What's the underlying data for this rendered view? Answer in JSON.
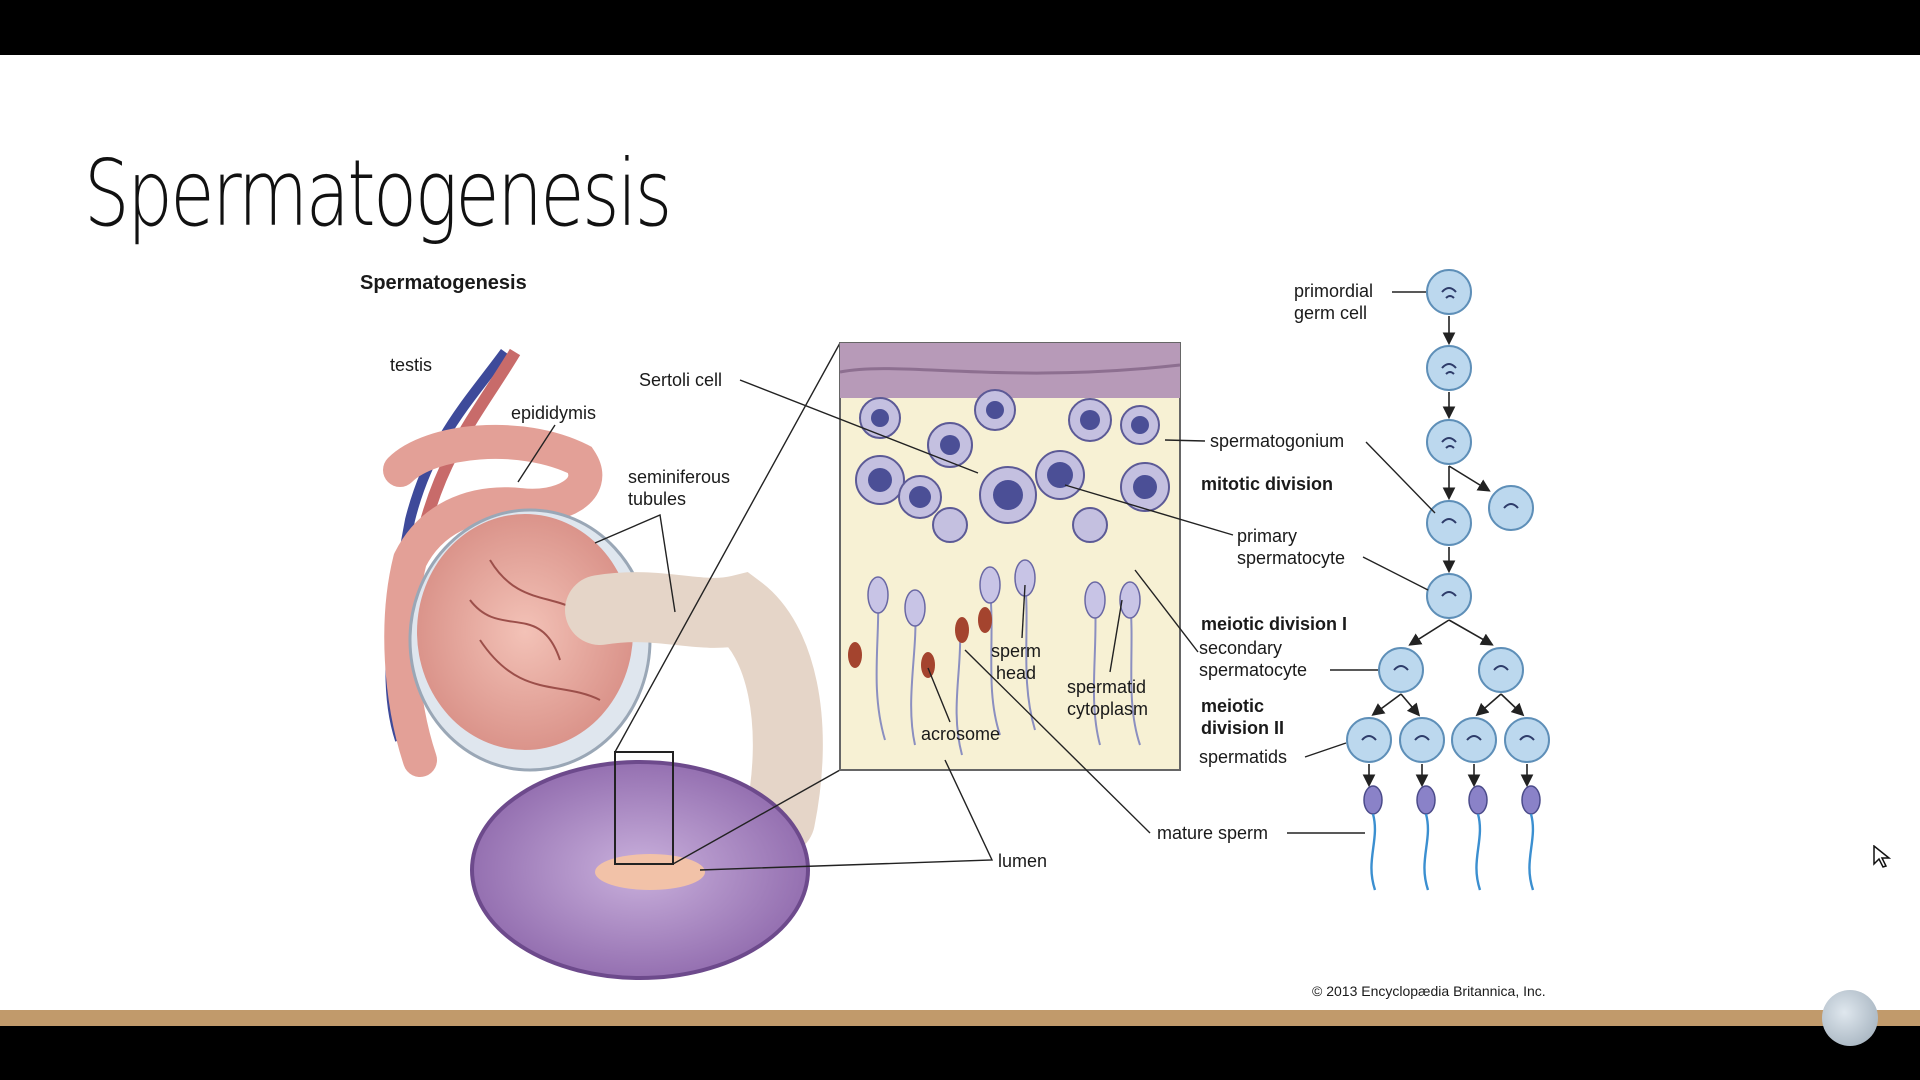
{
  "slide": {
    "title": "Spermatogenesis"
  },
  "figure": {
    "heading": "Spermatogenesis",
    "copyright": "© 2013 Encyclopædia Britannica, Inc.",
    "labels": {
      "testis": "testis",
      "epididymis": "epididymis",
      "seminiferous_1": "seminiferous",
      "seminiferous_2": "tubules",
      "sertoli": "Sertoli cell",
      "sperm_head_1": "sperm",
      "sperm_head_2": "head",
      "spermatid_cyto_1": "spermatid",
      "spermatid_cyto_2": "cytoplasm",
      "acrosome": "acrosome",
      "lumen": "lumen",
      "mature_sperm": "mature sperm",
      "primordial_1": "primordial",
      "primordial_2": "germ cell",
      "spermatogonium": "spermatogonium",
      "mitotic": "mitotic division",
      "primary_1": "primary",
      "primary_2": "spermatocyte",
      "meiotic1": "meiotic division I",
      "secondary_1": "secondary",
      "secondary_2": "spermatocyte",
      "meiotic2_1": "meiotic",
      "meiotic2_2": "division II",
      "spermatids": "spermatids"
    }
  },
  "colors": {
    "footer": "#c19a6b",
    "cell": "#bcd8ee",
    "testis": "#e8a8a0",
    "tubule": "#8a63a8"
  }
}
